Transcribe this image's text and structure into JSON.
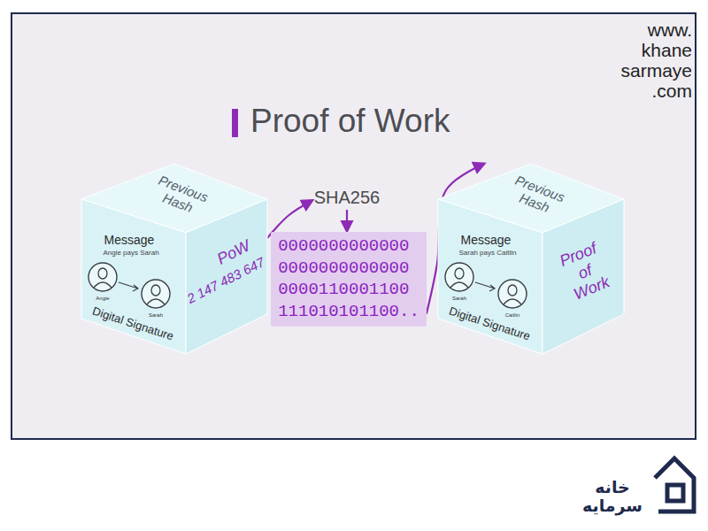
{
  "diagram": {
    "title": "Proof of Work",
    "nodes": [
      {
        "text": [
          "Previous Hash",
          "Message",
          "Angie pays Sarah",
          "Angie",
          "Sarah",
          "Digital Signature",
          "PoW",
          "2 147 483 647"
        ]
      },
      {
        "text": [
          "SHA256"
        ]
      },
      {
        "text": [
          "0000000000000 0000000000000 0000110001100 111010101100.."
        ]
      },
      {
        "text": [
          "Previous Hash",
          "Message",
          "Sarah pays Caitlin",
          "Sarah",
          "Caitlin",
          "Digital Signature",
          "Proof of Work"
        ]
      }
    ],
    "edges": [
      {
        "from": 0,
        "to": 1,
        "arrow": "to"
      },
      {
        "from": 1,
        "to": 2,
        "arrow": "to"
      },
      {
        "from": 2,
        "to": 3,
        "arrow": "to"
      }
    ],
    "labels": [
      "www. khane sarmaye .com",
      "خانه سرمایه"
    ]
  }
}
